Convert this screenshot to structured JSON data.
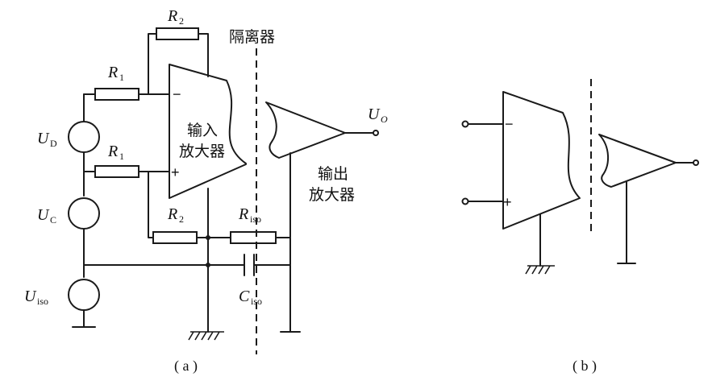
{
  "panel_a": {
    "caption": "( a )",
    "isolator_label": "隔离器",
    "input_amp_label": [
      "输入",
      "放大器"
    ],
    "output_amp_label": [
      "输出",
      "放大器"
    ],
    "sign_minus": "−",
    "sign_plus": "+",
    "components": {
      "R2_top": {
        "main": "R",
        "sub": "2"
      },
      "R1_upper": {
        "main": "R",
        "sub": "1"
      },
      "R1_lower": {
        "main": "R",
        "sub": "1"
      },
      "R2_bottom": {
        "main": "R",
        "sub": "2"
      },
      "R_iso": {
        "main": "R",
        "sub": "iso"
      },
      "C_iso": {
        "main": "C",
        "sub": "iso"
      }
    },
    "sources": {
      "U_D": {
        "main": "U",
        "sub": "D"
      },
      "U_C": {
        "main": "U",
        "sub": "C"
      },
      "U_iso": {
        "main": "U",
        "sub": "iso"
      }
    },
    "output": {
      "main": "U",
      "sub": "O"
    }
  },
  "panel_b": {
    "caption": "( b )",
    "sign_minus": "−",
    "sign_plus": "+"
  }
}
